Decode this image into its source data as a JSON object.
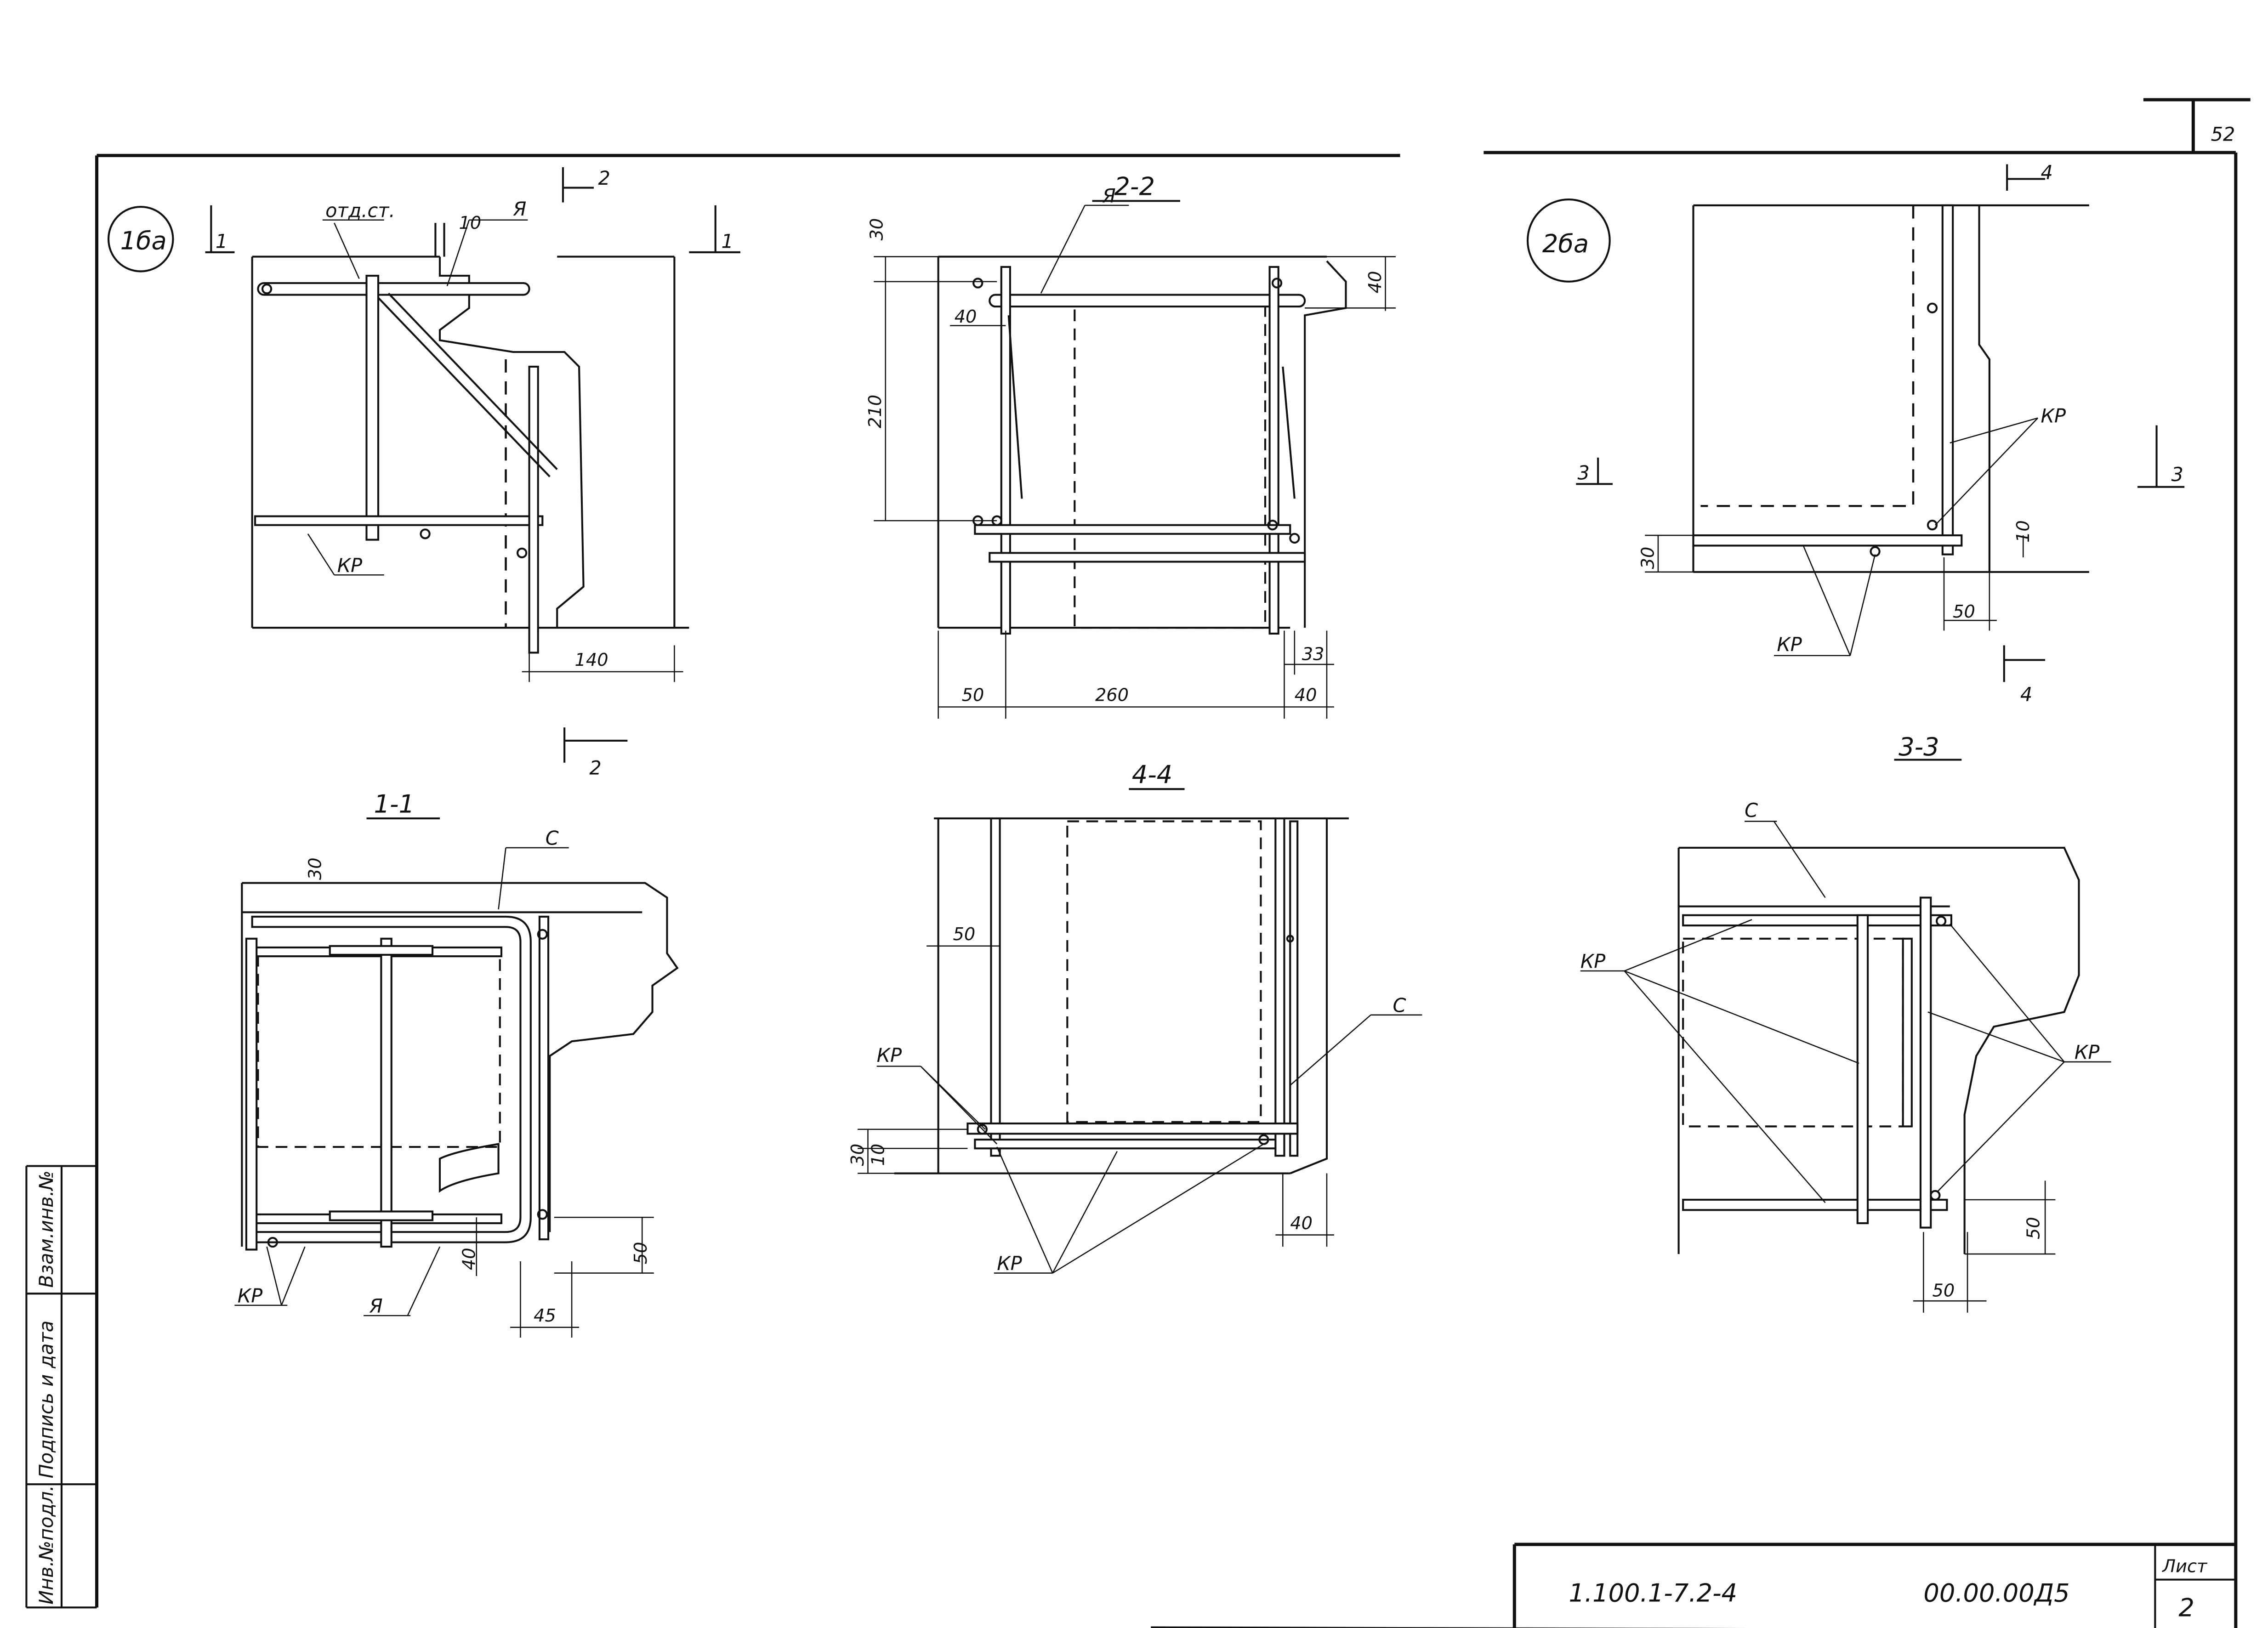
{
  "sheet": {
    "page_number": "52",
    "designation": "1.100.1-7.2-4",
    "code": "00.00.00Д5",
    "sheet_label": "Лист",
    "sheet_number": "2"
  },
  "sidebar": {
    "inv_no": "Инв.№подл.",
    "signature_date": "Подпись и дата",
    "replaces_inv": "Взам.инв.№"
  },
  "views": {
    "node_1ba": {
      "marker": "1бa",
      "cut_a": "1",
      "cut_b": "1",
      "cut_top": "2",
      "cut_bottom": "2",
      "label_otd": "отд.ст.",
      "label_ya": "Я",
      "label_kr": "КР",
      "dim_10": "10",
      "dim_140": "140"
    },
    "node_2ba": {
      "marker": "2бa",
      "cut_a": "3",
      "cut_b": "3",
      "cut_top": "4",
      "cut_bottom": "4",
      "label_kr1": "КР",
      "label_kr2": "КР",
      "dim_30": "30",
      "dim_10": "10",
      "dim_50": "50"
    },
    "section_2_2": {
      "title": "2-2",
      "label_ya": "Я",
      "dim_30": "30",
      "dim_40_left": "40",
      "dim_210": "210",
      "dim_40_right": "40",
      "dim_33": "33",
      "dim_50": "50",
      "dim_260": "260",
      "dim_40_bottom": "40"
    },
    "section_1_1": {
      "title": "1-1",
      "label_c": "С",
      "label_kr": "КР",
      "label_ya": "Я",
      "dim_30": "30",
      "dim_40": "40",
      "dim_50": "50",
      "dim_45": "45"
    },
    "section_4_4": {
      "title": "4-4",
      "label_c": "С",
      "label_kr_top": "КР",
      "label_kr_bottom": "КР",
      "dim_50": "50",
      "dim_30": "30",
      "dim_10": "10",
      "dim_40": "40"
    },
    "section_3_3": {
      "title": "3-3",
      "label_c": "С",
      "label_kr_left": "КР",
      "label_kr_right": "КР",
      "dim_50_v": "50",
      "dim_50_h": "50"
    }
  }
}
